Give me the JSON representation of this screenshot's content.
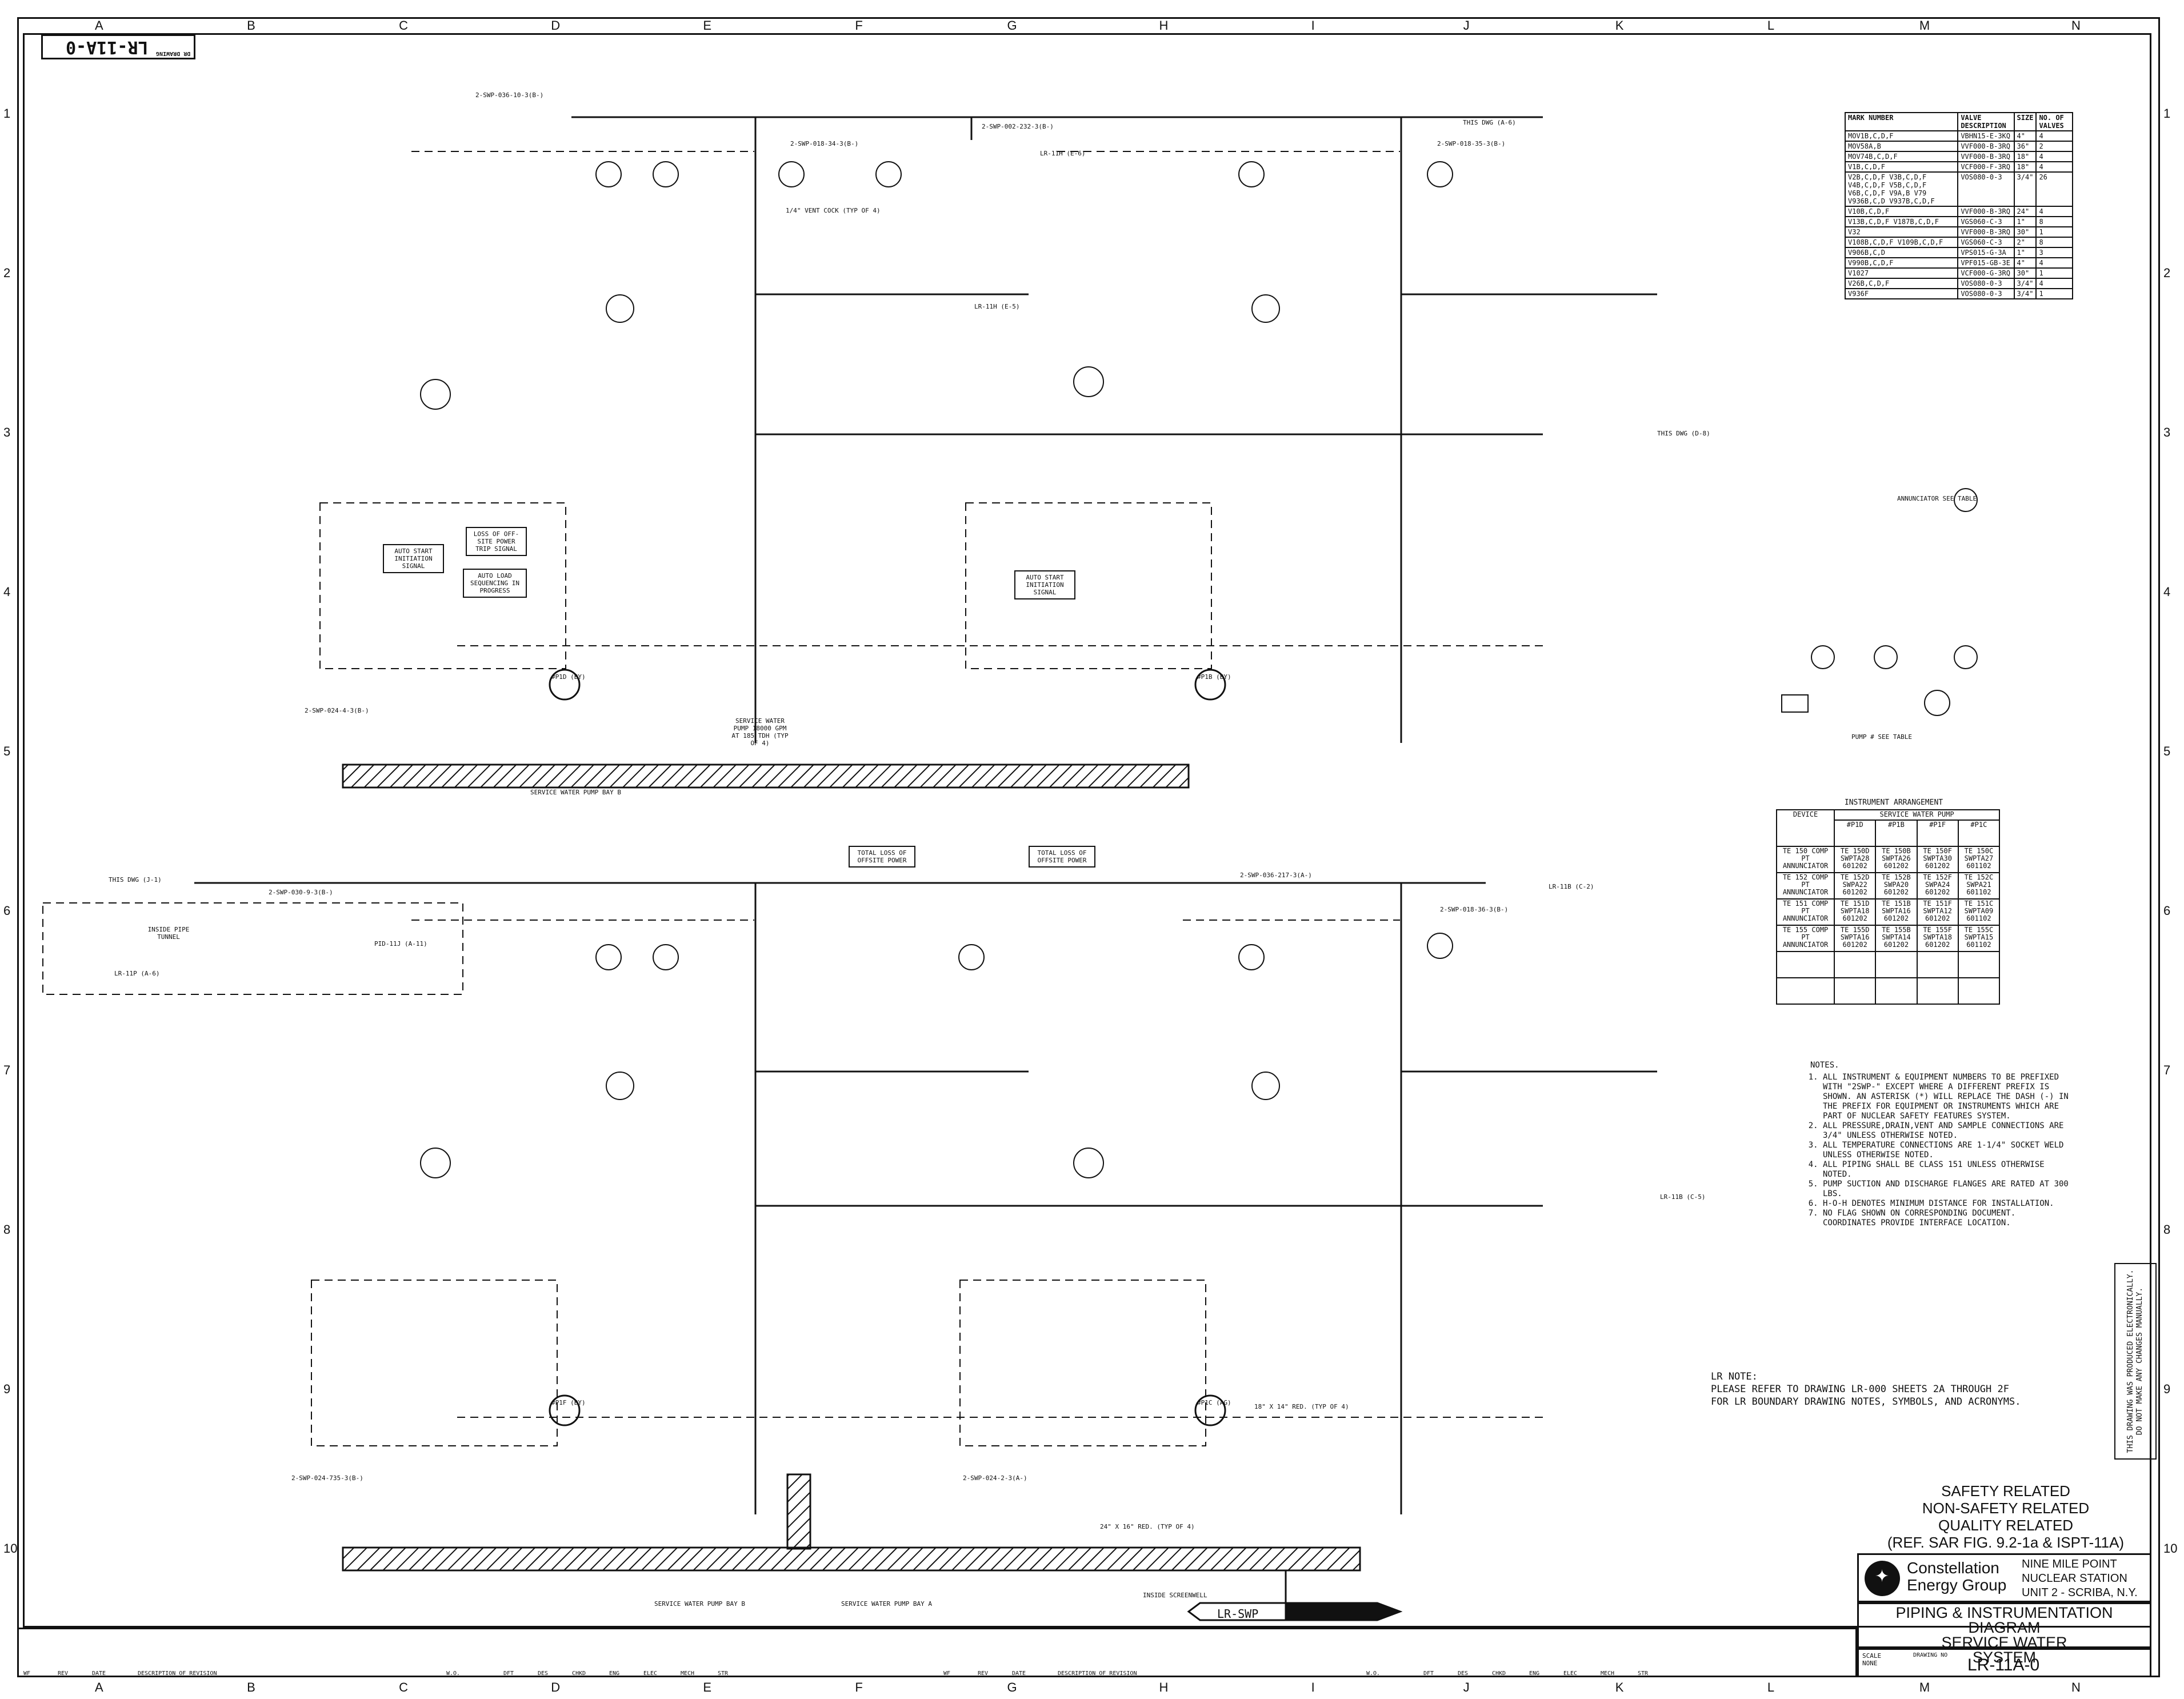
{
  "sheet": {
    "drawing_no_rotated": "LR-11A-0",
    "drawing_no_rotated_caption": "DR DRAWING",
    "zone_letters": [
      "A",
      "B",
      "C",
      "D",
      "E",
      "F",
      "G",
      "H",
      "I",
      "J",
      "K",
      "L",
      "M",
      "N"
    ],
    "zone_numbers": [
      "1",
      "2",
      "3",
      "4",
      "5",
      "6",
      "7",
      "8",
      "9",
      "10"
    ]
  },
  "valve_table": {
    "headers": [
      "MARK NUMBER",
      "VALVE DESCRIPTION",
      "SIZE",
      "NO. OF VALVES"
    ],
    "rows": [
      [
        "MOV1B,C,D,F",
        "VBHN15-E-3KQ",
        "4\"",
        "4"
      ],
      [
        "MOV58A,B",
        "VVF000-B-3RQ",
        "36\"",
        "2"
      ],
      [
        "MOV74B,C,D,F",
        "VVF000-B-3RQ",
        "18\"",
        "4"
      ],
      [
        "V1B,C,D,F",
        "VCF000-F-3RQ",
        "18\"",
        "4"
      ],
      [
        "V2B,C,D,F V3B,C,D,F V4B,C,D,F V5B,C,D,F V6B,C,D,F V9A,B V79 V936B,C,D V937B,C,D,F",
        "VOS080-0-3",
        "3/4\"",
        "26"
      ],
      [
        "V10B,C,D,F",
        "VVF000-B-3RQ",
        "24\"",
        "4"
      ],
      [
        "V13B,C,D,F V187B,C,D,F",
        "VGS060-C-3",
        "1\"",
        "8"
      ],
      [
        "V32",
        "VVF000-B-3RQ",
        "30\"",
        "1"
      ],
      [
        "V108B,C,D,F V109B,C,D,F",
        "VGS060-C-3",
        "2\"",
        "8"
      ],
      [
        "V906B,C,D",
        "VPS015-G-3A",
        "1\"",
        "3"
      ],
      [
        "V990B,C,D,F",
        "VPF015-GB-3E",
        "4\"",
        "4"
      ],
      [
        "V1027",
        "VCF000-G-3RQ",
        "30\"",
        "1"
      ],
      [
        "V26B,C,D,F",
        "VOS080-0-3",
        "3/4\"",
        "4"
      ],
      [
        "V936F",
        "VOS080-0-3",
        "3/4\"",
        "1"
      ]
    ]
  },
  "instrument_table": {
    "title": "INSTRUMENT ARRANGEMENT",
    "group_header": "SERVICE WATER PUMP",
    "headers": [
      "DEVICE",
      "#P1D",
      "#P1B",
      "#P1F",
      "#P1C"
    ],
    "rows": [
      [
        "TE 150 COMP PT ANNUNCIATOR",
        "TE 150D SWPTA28 601202",
        "TE 150B SWPTA26 601202",
        "TE 150F SWPTA30 601202",
        "TE 150C SWPTA27 601102"
      ],
      [
        "TE 152 COMP PT ANNUNCIATOR",
        "TE 152D SWPA22 601202",
        "TE 152B SWPA20 601202",
        "TE 152F SWPA24 601202",
        "TE 152C SWPA21 601102"
      ],
      [
        "TE 151 COMP PT ANNUNCIATOR",
        "TE 151D SWPTA18 601202",
        "TE 151B SWPTA16 601202",
        "TE 151F SWPTA12 601202",
        "TE 151C SWPTA09 601102"
      ],
      [
        "TE 155 COMP PT ANNUNCIATOR",
        "TE 155D SWPTA16 601202",
        "TE 155B SWPTA14 601202",
        "TE 155F SWPTA18 601202",
        "TE 155C SWPTA15 601102"
      ]
    ]
  },
  "notes": {
    "heading": "NOTES.",
    "items": [
      "ALL INSTRUMENT & EQUIPMENT NUMBERS TO BE PREFIXED WITH \"2SWP-\" EXCEPT WHERE A DIFFERENT PREFIX IS SHOWN. AN ASTERISK (*) WILL REPLACE THE DASH (-) IN THE PREFIX FOR EQUIPMENT OR INSTRUMENTS WHICH ARE PART OF NUCLEAR SAFETY FEATURES SYSTEM.",
      "ALL PRESSURE,DRAIN,VENT AND SAMPLE CONNECTIONS ARE 3/4\" UNLESS OTHERWISE NOTED.",
      "ALL TEMPERATURE CONNECTIONS ARE 1-1/4\" SOCKET WELD UNLESS OTHERWISE NOTED.",
      "ALL PIPING SHALL BE CLASS 151 UNLESS OTHERWISE NOTED.",
      "PUMP SUCTION AND DISCHARGE FLANGES ARE RATED AT 300 LBS.",
      "H-O-H DENOTES MINIMUM DISTANCE FOR INSTALLATION.",
      "NO FLAG SHOWN ON CORRESPONDING DOCUMENT. COORDINATES PROVIDE INTERFACE LOCATION."
    ]
  },
  "lr_note": {
    "heading": "LR NOTE:",
    "line1": "PLEASE REFER TO DRAWING LR-000 SHEETS 2A THROUGH 2F",
    "line2": "FOR LR BOUNDARY DRAWING NOTES, SYMBOLS, AND ACRONYMS."
  },
  "electronic_note": {
    "line1": "THIS DRAWING WAS PRODUCED ELECTRONICALLY.",
    "line2": "DO NOT MAKE ANY CHANGES MANUALLY."
  },
  "safety_block": {
    "line1": "SAFETY RELATED",
    "line2": "NON-SAFETY RELATED",
    "line3": "QUALITY RELATED",
    "line4": "(REF. SAR FIG. 9.2-1a & ISPT-11A)"
  },
  "title_block": {
    "company_line1": "Constellation",
    "company_line2": "Energy Group",
    "station_line1": "NINE MILE POINT",
    "station_line2": "NUCLEAR STATION",
    "station_line3": "UNIT 2 - SCRIBA, N.Y.",
    "title_line1": "PIPING & INSTRUMENTATION DIAGRAM",
    "title_line2": "SERVICE WATER",
    "title_line3": "SYSTEM",
    "scale_label": "SCALE",
    "scale_value": "NONE",
    "drawing_no_label": "DRAWING NO",
    "drawing_no": "LR-11A-0"
  },
  "revision_strip": {
    "headers": [
      "WF",
      "REV",
      "DATE",
      "DESCRIPTION OF REVISION",
      "W.O.",
      "DFT",
      "DES",
      "CHKD",
      "ENG",
      "ELEC",
      "MECH",
      "STR"
    ]
  },
  "diagram": {
    "bay_b_label": "SERVICE WATER PUMP BAY B",
    "bay_a_label": "SERVICE WATER PUMP BAY A",
    "screenwell_label": "INSIDE SCREENWELL",
    "tunnel_label": "INSIDE PIPE TUNNEL",
    "lr_swp_flag": "LR-SWP",
    "ref_this_dwg_a6": "THIS DWG (A-6)",
    "ref_this_dwg_j1": "THIS DWG (J-1)",
    "ref_this_dwg_d8": "THIS DWG (D-8)",
    "ref_lr11h_e6": "LR-11H (E-6)",
    "ref_lr11h_e5": "LR-11H (E-5)",
    "ref_lr11b_c2": "LR-11B (C-2)",
    "ref_lr11b_c5": "LR-11B (C-5)",
    "ref_lr11p_a6": "LR-11P (A-6)",
    "ref_pid11j": "PID-11J (A-11)",
    "pump_ref": "PUMP # SEE TABLE",
    "annunciator": "ANNUNCIATOR SEE TABLE",
    "line_2swp036": "2-SWP-036-10-3(B-)",
    "line_2swp002": "2-SWP-002-232-3(B-)",
    "line_2swp018_34": "2-SWP-018-34-3(B-)",
    "line_2swp018_35": "2-SWP-018-35-3(B-)",
    "line_2swp030_9": "2-SWP-030-9-3(B-)",
    "line_2swp036_217": "2-SWP-036-217-3(A-)",
    "line_2swp018_36": "2-SWP-018-36-3(B-)",
    "line_2swp024_4": "2-SWP-024-4-3(B-)",
    "line_2swp024_735": "2-SWP-024-735-3(B-)",
    "line_2swp024_2": "2-SWP-024-2-3(A-)",
    "pump_p1d": "#P1D (BY)",
    "pump_p1b": "#P1B (BY)",
    "pump_p1f": "#P1F (BY)",
    "pump_p1c": "#P1C (AG)",
    "svc_water_pump": "SERVICE WATER PUMP 18000 GPM AT 185 TDH (TYP OF 4)",
    "total_loss": "TOTAL LOSS OF OFFSITE POWER",
    "auto_start": "AUTO START INITIATION SIGNAL",
    "auto_load": "AUTO LOAD SEQUENCING IN PROGRESS",
    "loss_offsite": "LOSS OF OFF-SITE POWER TRIP SIGNAL",
    "reducer": "18\" X 14\" RED. (TYP OF 4)",
    "reducer2": "24\" X 16\" RED. (TYP OF 4)",
    "vent_cock": "1/4\" VENT COCK (TYP OF 4)"
  }
}
